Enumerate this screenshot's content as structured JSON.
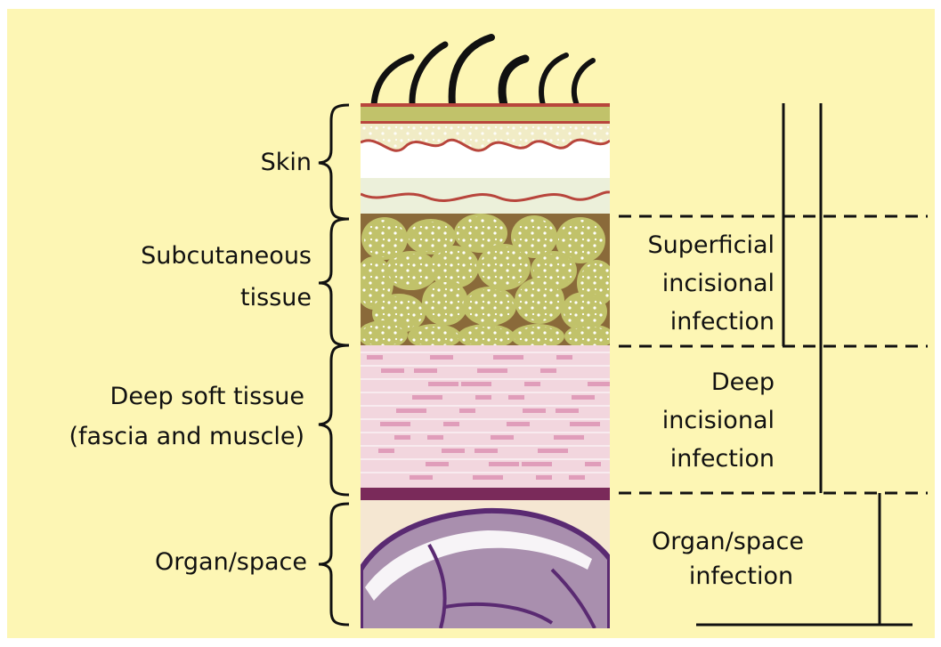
{
  "colors": {
    "background": "#fdf6b4",
    "epidermis_fill": "#f1ecc6",
    "dermis": "#ecf0da",
    "subcutaneous_base": "#8a6a3a",
    "fat_lobule": "#c1c26a",
    "muscle": "#f2d6de",
    "muscle_fiber": "#d98aae",
    "fascia": "#7a2a5a",
    "organ": "#a98fae",
    "organ_outline": "#5a2a72",
    "skin_line": "#b8453c",
    "lines": "#111111"
  },
  "layers": {
    "skin": "Skin",
    "subcutaneous_1": "Subcutaneous",
    "subcutaneous_2": "tissue",
    "deep_soft_1": "Deep soft tissue",
    "deep_soft_2": "(fascia and muscle)",
    "organ_space": "Organ/space"
  },
  "infections": {
    "superficial_1": "Superficial",
    "superficial_2": "incisional",
    "superficial_3": "infection",
    "deep_1": "Deep",
    "deep_2": "incisional",
    "deep_3": "infection",
    "organ_1": "Organ/space",
    "organ_2": "infection"
  }
}
